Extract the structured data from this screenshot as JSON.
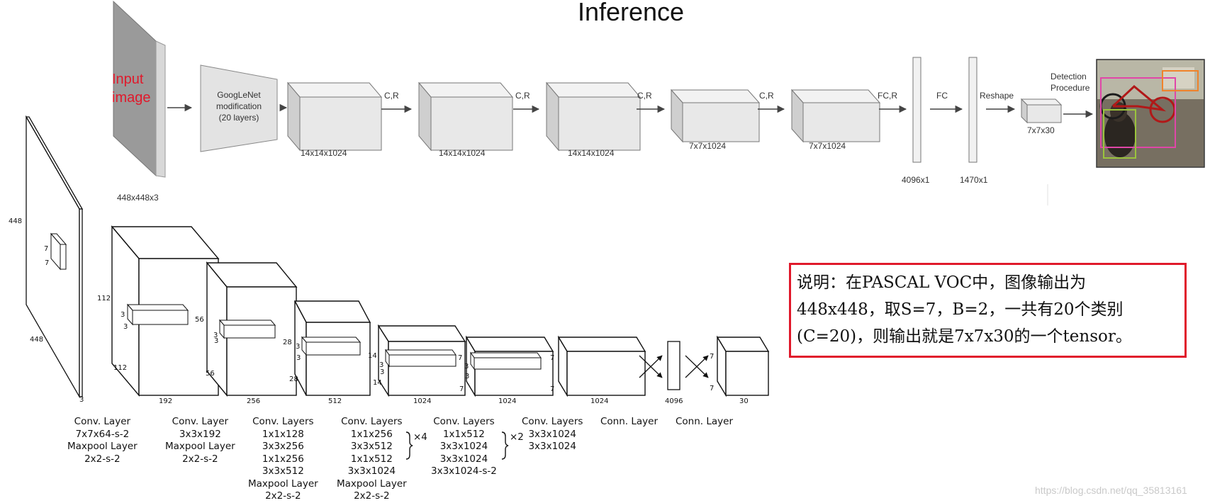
{
  "title": "Inference",
  "pipeline": {
    "input_label_lines": [
      "Input",
      "image"
    ],
    "input_dims": "448x448x3",
    "googlenet_lines": [
      "GoogLeNet",
      "modification",
      "(20 layers)"
    ],
    "blocks": [
      "14x14x1024",
      "14x14x1024",
      "14x14x1024",
      "7x7x1024",
      "7x7x1024"
    ],
    "arrows": [
      "C,R",
      "C,R",
      "C,R",
      "C,R",
      "FC,R",
      "FC",
      "Reshape"
    ],
    "fc": [
      "4096x1",
      "1470x1"
    ],
    "output": "7x7x30",
    "detection_lines": [
      "Detection",
      "Procedure"
    ]
  },
  "network": {
    "input": {
      "height": "448",
      "width": "448",
      "channels": "3",
      "kernel_h": "7",
      "kernel_w": "7"
    },
    "dims": [
      {
        "height": "112",
        "width": "112",
        "depth": "192",
        "k1": "3",
        "k2": "3"
      },
      {
        "height": "56",
        "width": "56",
        "depth": "256",
        "k1": "3",
        "k2": "3"
      },
      {
        "height": "28",
        "width": "28",
        "depth": "512",
        "k1": "3",
        "k2": "3"
      },
      {
        "height": "14",
        "width": "14",
        "depth": "1024",
        "k1": "3",
        "k2": "3"
      },
      {
        "height": "7",
        "width": "7",
        "depth": "1024",
        "k1": "3",
        "k2": "3"
      },
      {
        "height": "7",
        "width": "7",
        "depth": "1024"
      },
      {
        "depth": "4096"
      },
      {
        "height": "7",
        "width": "7",
        "depth": "30"
      }
    ],
    "captions": [
      [
        "Conv. Layer",
        "7x7x64-s-2",
        "Maxpool Layer",
        "2x2-s-2"
      ],
      [
        "Conv. Layer",
        "3x3x192",
        "Maxpool Layer",
        "2x2-s-2"
      ],
      [
        "Conv. Layers",
        "1x1x128",
        "3x3x256",
        "1x1x256",
        "3x3x512",
        "Maxpool Layer",
        "2x2-s-2"
      ],
      [
        "Conv. Layers",
        "1x1x256",
        "3x3x512",
        "1x1x512",
        "3x3x1024",
        "Maxpool Layer",
        "2x2-s-2"
      ],
      [
        "Conv. Layers",
        "1x1x512",
        "3x3x1024",
        "3x3x1024",
        "3x3x1024-s-2"
      ],
      [
        "Conv. Layers",
        "3x3x1024",
        "3x3x1024"
      ],
      [
        "Conn. Layer"
      ],
      [
        "Conn. Layer"
      ]
    ],
    "repeat_x4": "×4",
    "repeat_x2": "×2"
  },
  "note": {
    "lines": [
      "说明：在PASCAL VOC中，图像输出为",
      "448x448，取S=7，B=2，一共有20个类别",
      "(C=20)，则输出就是7x7x30的一个tensor。"
    ]
  },
  "watermark": "https://blog.csdn.net/qq_35813161",
  "colors": {
    "accent_red": "#e0192b",
    "box_fill": "#e8e8e8",
    "box_side": "#cfcfcf",
    "input_plane": "#9a9a9a"
  }
}
